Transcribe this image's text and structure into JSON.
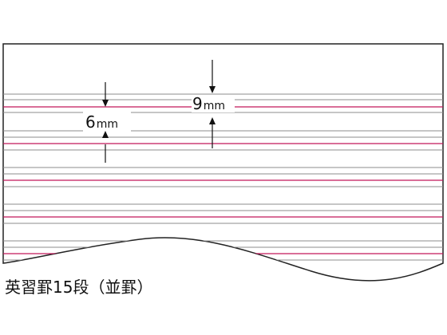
{
  "caption": "英習罫15段（並罫）",
  "dimensions": {
    "left": {
      "value": "6",
      "unit": "mm"
    },
    "right": {
      "value": "9",
      "unit": "mm"
    }
  },
  "colors": {
    "outline": "#222222",
    "gray_line": "#8c8c8c",
    "baseline": "#c2185b",
    "arrow": "#111111"
  }
}
